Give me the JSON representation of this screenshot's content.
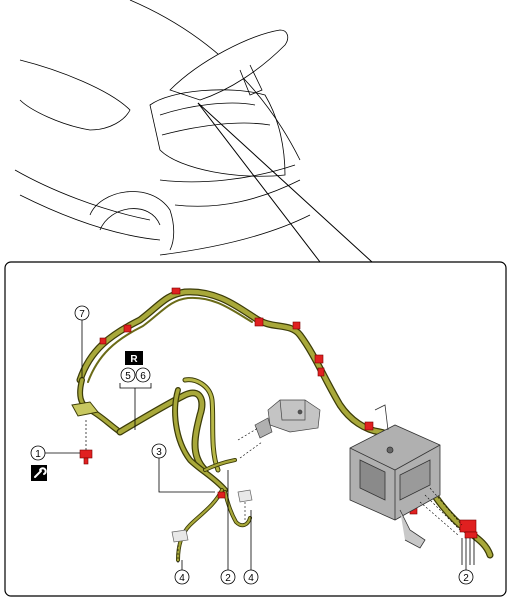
{
  "callouts": {
    "c1": "1",
    "c2a": "2",
    "c2b": "2",
    "c3": "3",
    "c4a": "4",
    "c4b": "4",
    "c5": "5",
    "c6": "6",
    "c7": "7"
  },
  "badges": {
    "removal": "R",
    "tool_icon": "wrench-icon"
  },
  "colors": {
    "harness": "#a8a83a",
    "harness_dark": "#5a5a10",
    "connector": "#e02020",
    "line": "#000000"
  }
}
